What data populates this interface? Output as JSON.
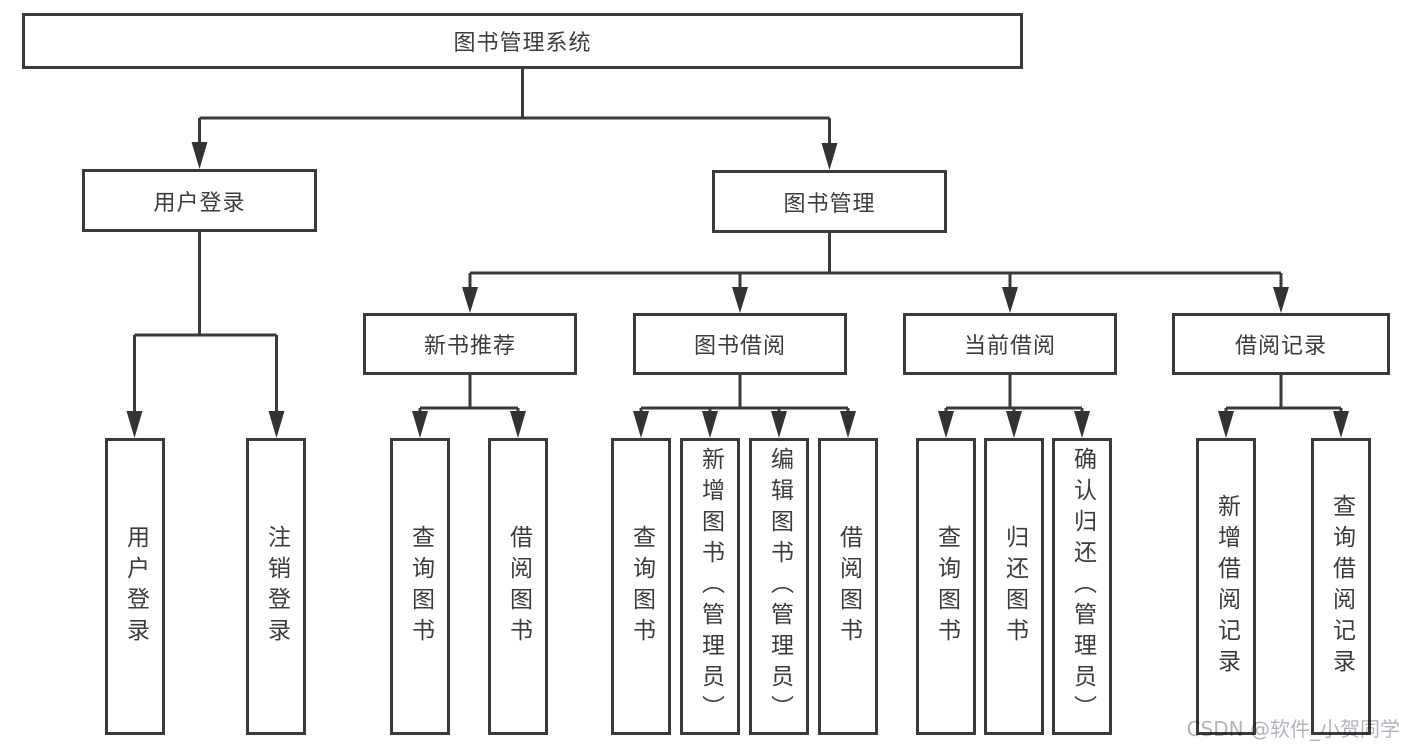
{
  "diagram": {
    "root": {
      "label": "图书管理系统"
    },
    "branches": [
      {
        "label": "用户登录",
        "children": [
          {
            "label": "用户登录"
          },
          {
            "label": "注销登录"
          }
        ]
      },
      {
        "label": "图书管理",
        "children": [
          {
            "label": "新书推荐",
            "children": [
              {
                "label": "查询图书"
              },
              {
                "label": "借阅图书"
              }
            ]
          },
          {
            "label": "图书借阅",
            "children": [
              {
                "label": "查询图书"
              },
              {
                "label": "新增图书（管理员）"
              },
              {
                "label": "编辑图书（管理员）"
              },
              {
                "label": "借阅图书"
              }
            ]
          },
          {
            "label": "当前借阅",
            "children": [
              {
                "label": "查询图书"
              },
              {
                "label": "归还图书"
              },
              {
                "label": "确认归还（管理员）"
              }
            ]
          },
          {
            "label": "借阅记录",
            "children": [
              {
                "label": "新增借阅记录"
              },
              {
                "label": "查询借阅记录"
              }
            ]
          }
        ]
      }
    ]
  },
  "watermark": {
    "text": "CSDN @软件_小贺同学"
  },
  "colors": {
    "line": "#3a3a3a",
    "text": "#3c3c3c",
    "box_background": "#ffffff",
    "page_background": "#ffffff",
    "watermark": "#b3b3bb"
  }
}
